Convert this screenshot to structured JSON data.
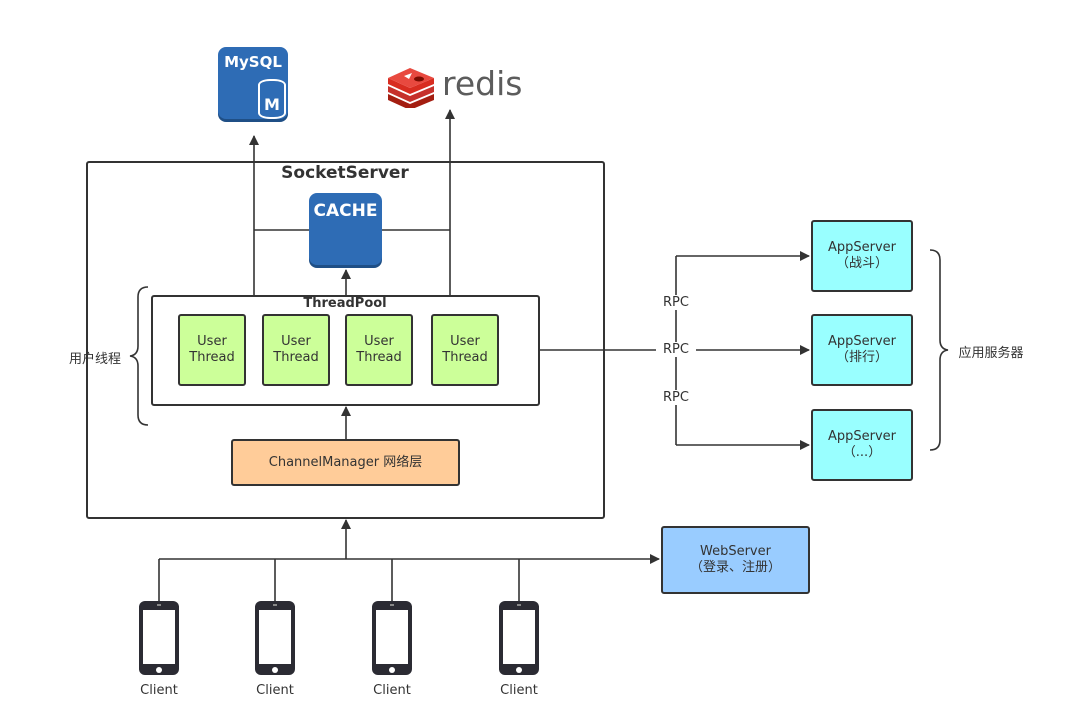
{
  "socket_server": {
    "title": "SocketServer"
  },
  "mysql": {
    "label": "MySQL",
    "badge": "M"
  },
  "redis": {
    "label": "redis"
  },
  "cache": {
    "label": "CACHE"
  },
  "thread_pool": {
    "title": "ThreadPool",
    "threads": [
      {
        "line1": "User",
        "line2": "Thread"
      },
      {
        "line1": "User",
        "line2": "Thread"
      },
      {
        "line1": "User",
        "line2": "Thread"
      },
      {
        "line1": "User",
        "line2": "Thread"
      }
    ]
  },
  "user_threads_label": "用户线程",
  "channel_manager": {
    "label": "ChannelManager 网络层"
  },
  "app_servers": [
    {
      "line1": "AppServer",
      "line2": "（战斗）"
    },
    {
      "line1": "AppServer",
      "line2": "（排行）"
    },
    {
      "line1": "AppServer",
      "line2": "（...）"
    }
  ],
  "app_servers_label": "应用服务器",
  "rpc_labels": [
    "RPC",
    "RPC",
    "RPC"
  ],
  "web_server": {
    "line1": "WebServer",
    "line2": "（登录、注册）"
  },
  "clients": [
    "Client",
    "Client",
    "Client",
    "Client"
  ],
  "colors": {
    "thread": "#ccff99",
    "app_server": "#99ffff",
    "web_server": "#99ccff",
    "channel_manager": "#ffcc99",
    "mysql": "#2e6cb5",
    "cache": "#2e6cb5",
    "redis_red": "#d82c20"
  }
}
